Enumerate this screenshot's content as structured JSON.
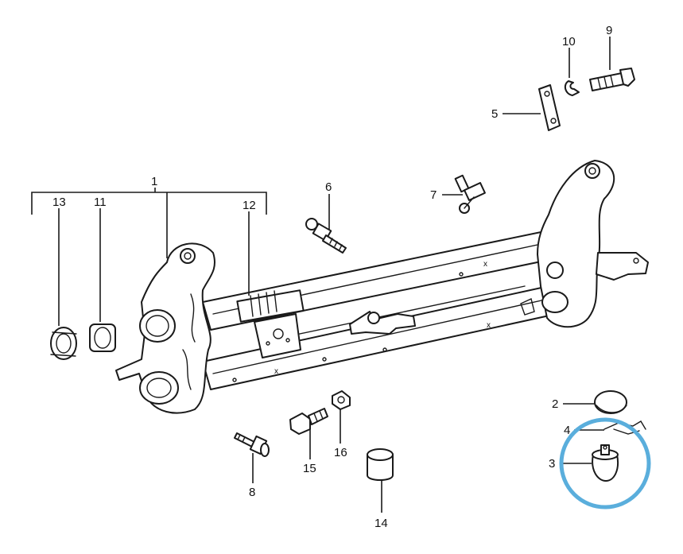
{
  "diagram": {
    "callouts": {
      "c1": "1",
      "c2": "2",
      "c3": "3",
      "c4": "4",
      "c5": "5",
      "c6": "6",
      "c7": "7",
      "c8": "8",
      "c9": "9",
      "c10": "10",
      "c11": "11",
      "c12": "12",
      "c13": "13",
      "c14": "14",
      "c15": "15",
      "c16": "16"
    },
    "highlight": {
      "part": "3",
      "color": "#5aaedc"
    },
    "line_color": "#1a1a1a"
  }
}
